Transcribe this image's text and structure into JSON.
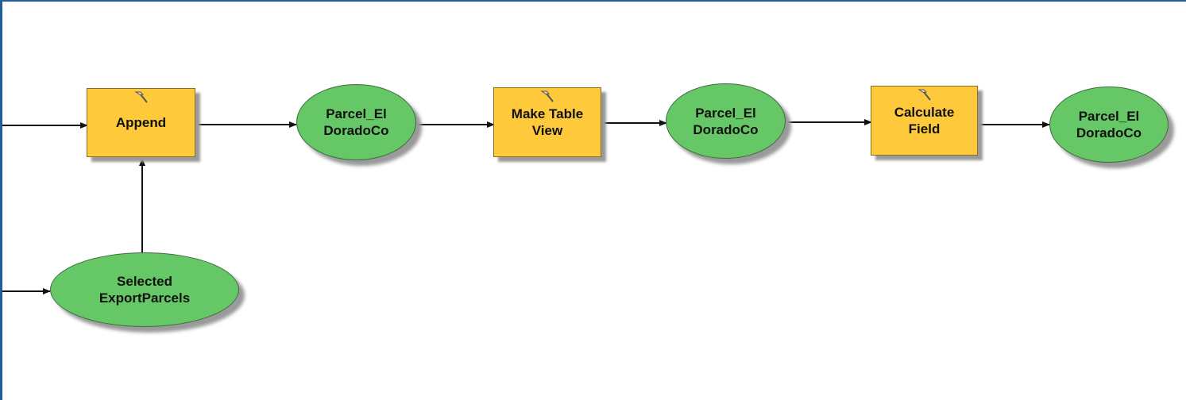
{
  "diagram": {
    "type": "model-builder-flow",
    "colors": {
      "tool_fill": "#ffc93c",
      "data_fill": "#66c766",
      "connector": "#111111",
      "frame": "#1f5f99"
    },
    "nodes": [
      {
        "id": "append",
        "kind": "tool",
        "label": "Append",
        "icon": "hammer-icon"
      },
      {
        "id": "parcel1",
        "kind": "data",
        "label": "Parcel_El\nDoradoCo"
      },
      {
        "id": "make_table_view",
        "kind": "tool",
        "label": "Make Table\nView",
        "icon": "hammer-icon"
      },
      {
        "id": "parcel2",
        "kind": "data",
        "label": "Parcel_El\nDoradoCo"
      },
      {
        "id": "calculate_field",
        "kind": "tool",
        "label": "Calculate\nField",
        "icon": "hammer-icon"
      },
      {
        "id": "parcel3",
        "kind": "data",
        "label": "Parcel_El\nDoradoCo"
      },
      {
        "id": "selected_export",
        "kind": "data",
        "label": "Selected\nExportParcels"
      }
    ],
    "edges": [
      {
        "from": "offscreen-left-1",
        "to": "append"
      },
      {
        "from": "append",
        "to": "parcel1"
      },
      {
        "from": "parcel1",
        "to": "make_table_view"
      },
      {
        "from": "make_table_view",
        "to": "parcel2"
      },
      {
        "from": "parcel2",
        "to": "calculate_field"
      },
      {
        "from": "calculate_field",
        "to": "parcel3"
      },
      {
        "from": "selected_export",
        "to": "append"
      },
      {
        "from": "offscreen-left-2",
        "to": "selected_export"
      }
    ]
  }
}
